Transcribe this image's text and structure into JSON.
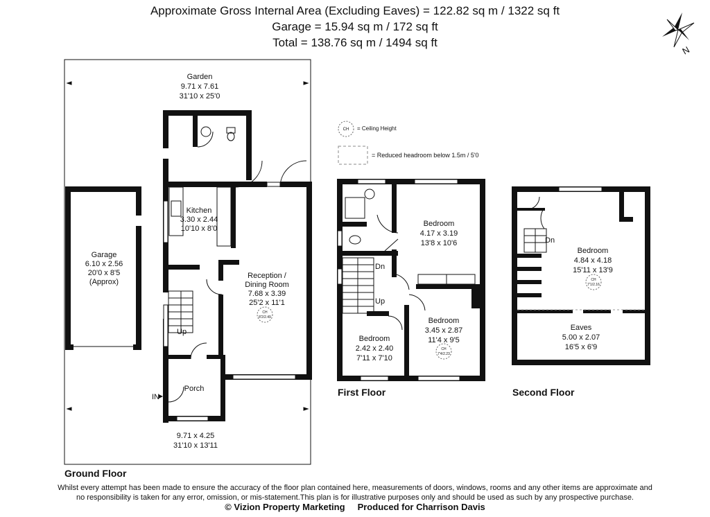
{
  "header": {
    "line1": "Approximate Gross Internal Area (Excluding Eaves) = 122.82 sq m / 1322 sq ft",
    "line2": "Garage = 15.94 sq m / 172 sq ft",
    "line3": "Total = 138.76 sq m / 1494 sq ft"
  },
  "compass": {
    "label": "N"
  },
  "legend": {
    "ch_symbol": "CH",
    "ch_text": "= Ceiling Height",
    "reduced_text": "= Reduced headroom below 1.5m / 5'0"
  },
  "ground_floor": {
    "label": "Ground Floor",
    "garden": {
      "name": "Garden",
      "metric": "9.71 x 7.61",
      "imperial": "31'10 x 25'0"
    },
    "front": {
      "metric": "9.71 x 4.25",
      "imperial": "31'10 x 13'11"
    },
    "garage": {
      "name": "Garage",
      "metric": "6.10 x 2.56",
      "imperial": "20'0 x 8'5",
      "note": "(Approx)"
    },
    "kitchen": {
      "name": "Kitchen",
      "metric": "3.30 x 2.44",
      "imperial": "10'10 x 8'0"
    },
    "reception": {
      "name1": "Reception /",
      "name2": "Dining Room",
      "metric": "7.68 x 3.39",
      "imperial": "25'2 x 11'1",
      "ch_label": "CH",
      "ch_value": "8'2/2.49"
    },
    "porch": {
      "name": "Porch"
    },
    "stairs_up": "Up",
    "entry": "IN"
  },
  "first_floor": {
    "label": "First Floor",
    "bedroom1": {
      "name": "Bedroom",
      "metric": "4.17 x 3.19",
      "imperial": "13'8 x 10'6"
    },
    "bedroom2": {
      "name": "Bedroom",
      "metric": "3.45 x 2.87",
      "imperial": "11'4 x 9'5",
      "ch_label": "CH",
      "ch_value": "7'4/2.23"
    },
    "bedroom3": {
      "name": "Bedroom",
      "metric": "2.42 x 2.40",
      "imperial": "7'11 x 7'10"
    },
    "stairs_dn": "Dn",
    "stairs_up": "Up"
  },
  "second_floor": {
    "label": "Second Floor",
    "bedroom": {
      "name": "Bedroom",
      "metric": "4.84 x 4.18",
      "imperial": "15'11 x 13'9",
      "ch_label": "CH",
      "ch_value": "7'1/2.16"
    },
    "eaves": {
      "name": "Eaves",
      "metric": "5.00 x 2.07",
      "imperial": "16'5 x 6'9"
    },
    "stairs_dn": "Dn"
  },
  "footer": {
    "disclaimer1": "Whilst every attempt has been made to ensure the accuracy of the floor plan contained here, measurements of doors, windows, rooms and any other items are approximate and",
    "disclaimer2": "no responsibility is taken for any error, omission, or mis-statement.This plan is for illustrative purposes only and should be used as such by any prospective purchase.",
    "credit": "© Vizion Property Marketing     Produced for Charrison Davis"
  }
}
